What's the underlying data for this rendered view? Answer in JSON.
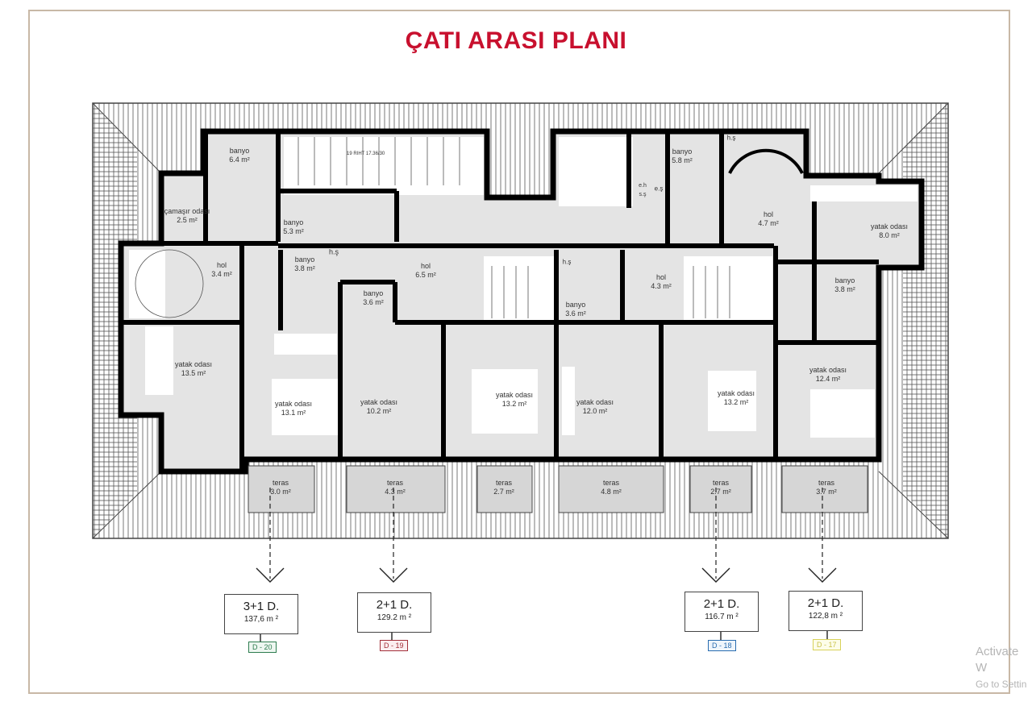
{
  "title": "ÇATI ARASI PLANI",
  "rooms": [
    {
      "name": "banyo",
      "area": "6.4 m²"
    },
    {
      "name": "çamaşır odası",
      "area": "2.5 m²"
    },
    {
      "name": "banyo",
      "area": "5.3 m²"
    },
    {
      "name": "banyo",
      "area": "3.8 m²"
    },
    {
      "name": "h.ş",
      "area": ""
    },
    {
      "name": "hol",
      "area": "3.4 m²"
    },
    {
      "name": "hol",
      "area": "6.5 m²"
    },
    {
      "name": "banyo",
      "area": "3.6 m²"
    },
    {
      "name": "yatak odası",
      "area": "13.5 m²"
    },
    {
      "name": "yatak odası",
      "area": "13.1 m²"
    },
    {
      "name": "yatak odası",
      "area": "10.2 m²"
    },
    {
      "name": "yatak odası",
      "area": "13.2 m²"
    },
    {
      "name": "yatak odası",
      "area": "12.0 m²"
    },
    {
      "name": "yatak odası",
      "area": "13.2 m²"
    },
    {
      "name": "yatak odası",
      "area": "12.4 m²"
    },
    {
      "name": "banyo",
      "area": "5.8 m²"
    },
    {
      "name": "e.h s.ş",
      "area": ""
    },
    {
      "name": "e.ş",
      "area": ""
    },
    {
      "name": "h.ş",
      "area": ""
    },
    {
      "name": "hol",
      "area": "4.7 m²"
    },
    {
      "name": "yatak odası",
      "area": "8.0 m²"
    },
    {
      "name": "banyo",
      "area": "3.8 m²"
    },
    {
      "name": "h.ş",
      "area": ""
    },
    {
      "name": "hol",
      "area": "4.3 m²"
    },
    {
      "name": "banyo",
      "area": "3.6 m²"
    }
  ],
  "terraces": [
    {
      "name": "teras",
      "area": "3.0 m²"
    },
    {
      "name": "teras",
      "area": "4.3 m²"
    },
    {
      "name": "teras",
      "area": "2.7 m²"
    },
    {
      "name": "teras",
      "area": "4.8 m²"
    },
    {
      "name": "teras",
      "area": "2.7 m²"
    },
    {
      "name": "teras",
      "area": "3.7 m²"
    }
  ],
  "stair_note": "19 RIHT 17.36/30",
  "units": [
    {
      "type": "3+1 D.",
      "area": "137,6 m ²",
      "tag": "D - 20",
      "color": "#2e7d4f"
    },
    {
      "type": "2+1 D.",
      "area": "129.2 m ²",
      "tag": "D - 19",
      "color": "#a3303a"
    },
    {
      "type": "2+1 D.",
      "area": "116.7 m ²",
      "tag": "D - 18",
      "color": "#2a6db0"
    },
    {
      "type": "2+1 D.",
      "area": "122,8 m ²",
      "tag": "D - 17",
      "color": "#d8d25a"
    }
  ],
  "overlay": {
    "line1": "Activate W",
    "line2": "Go to Settin"
  }
}
